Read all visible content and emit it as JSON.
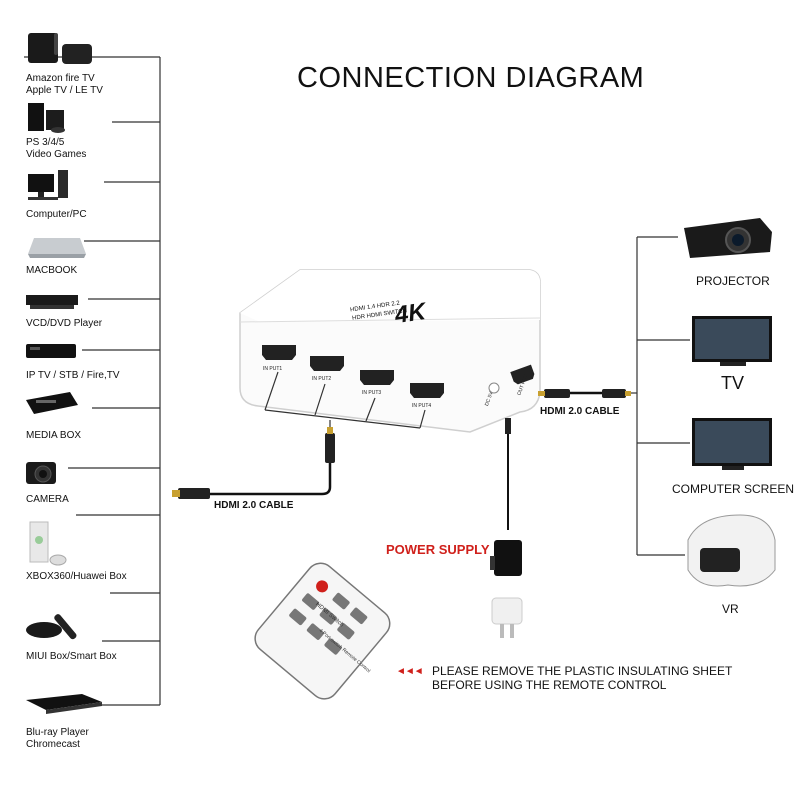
{
  "title": "CONNECTION DIAGRAM",
  "sources": [
    {
      "label": "Amazon fire TV\nApple TV / LE TV",
      "icon": "streaming-box-icon"
    },
    {
      "label": "PS 3/4/5\nVideo Games",
      "icon": "game-console-icon"
    },
    {
      "label": "Computer/PC",
      "icon": "desktop-computer-icon"
    },
    {
      "label": "MACBOOK",
      "icon": "laptop-icon"
    },
    {
      "label": "VCD/DVD Player",
      "icon": "dvd-player-icon"
    },
    {
      "label": "IP TV / STB / Fire,TV",
      "icon": "set-top-box-icon"
    },
    {
      "label": "MEDIA BOX",
      "icon": "media-box-icon"
    },
    {
      "label": "CAMERA",
      "icon": "camera-icon"
    },
    {
      "label": "XBOX360/Huawei Box",
      "icon": "xbox-icon"
    },
    {
      "label": "MIUI Box/Smart Box",
      "icon": "smart-box-icon"
    },
    {
      "label": "Blu-ray Player\nChromecast",
      "icon": "bluray-player-icon"
    }
  ],
  "outputs": [
    {
      "label": "PROJECTOR",
      "icon": "projector-icon"
    },
    {
      "label": "TV",
      "icon": "tv-icon"
    },
    {
      "label": "COMPUTER SCREEN",
      "icon": "monitor-icon"
    },
    {
      "label": "VR",
      "icon": "vr-headset-icon"
    }
  ],
  "device": {
    "brand_line1": "4K",
    "brand_line2": "HDMI 1.4 HDR 2.2",
    "brand_line3": "HDR HDMI SWITCH",
    "ports": [
      "IN PUT1",
      "IN PUT2",
      "IN PUT3",
      "IN PUT4"
    ],
    "out_port": "OUT PUT",
    "dc_port": "DC 5V"
  },
  "cables": {
    "input_cable": "HDMI 2.0 CABLE",
    "output_cable": "HDMI 2.0 CABLE"
  },
  "power_supply": "POWER SUPPLY",
  "remote": {
    "text1": "HDMI Switch",
    "text2": "4 Port switch Remote Control"
  },
  "notice_arrows": "◄◄◄",
  "notice": {
    "line1": "PLEASE REMOVE THE PLASTIC INSULATING SHEET",
    "line2": "BEFORE USING THE REMOTE CONTROL"
  },
  "colors": {
    "power_label": "#d0201b",
    "line": "#333333"
  }
}
